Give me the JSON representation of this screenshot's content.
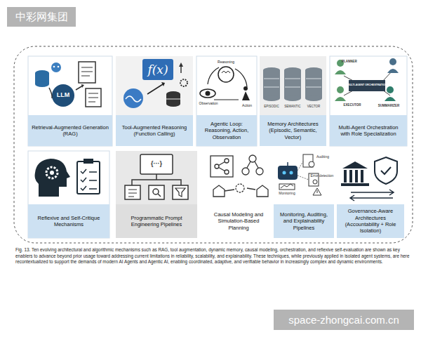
{
  "diagram": {
    "caption": "Fig. 13. Ten evolving architectural and algorithmic mechanisms such as RAG, tool augmentation, dynamic memory, causal modeling, orchestration, and reflexive self-evaluation are shown as key enablers to advance beyond prior usage toward addressing current limitations in reliability, scalability, and explainability. These techniques, while previously applied in isolated agent systems, are here recontextualized to support the demands of modern AI Agents and Agentic AI, enabling coordinated, adaptive, and verifiable behavior in increasingly complex and dynamic environments.",
    "nodes": [
      {
        "text": [
          "Retrieval-Augmented Generation (RAG)"
        ]
      },
      {
        "text": [
          "Tool-Augmented Reasoning (Function Calling)"
        ]
      },
      {
        "text": [
          "Agentic Loop: Reasoning, Action, Observation"
        ]
      },
      {
        "text": [
          "Memory Architectures (Episodic, Semantic, Vector)"
        ]
      },
      {
        "text": [
          "Multi-Agent Orchestration with Role Specialization"
        ]
      },
      {
        "text": [
          "Reflexive and Self-Critique Mechanisms"
        ]
      },
      {
        "text": [
          "Programmatic Prompt Engineering Pipelines"
        ]
      },
      {
        "text": [
          "Causal Modeling and Simulation-Based Planning"
        ]
      },
      {
        "text": [
          "Monitoring, Auditing, and Explainability Pipelines"
        ]
      },
      {
        "text": [
          "Governance-Aware Architectures (Accountability + Role Isolation)"
        ]
      }
    ],
    "labels": [
      "中彩网集团",
      "LLM",
      "f(x)",
      "Reasoning",
      "Observation",
      "Action",
      "EPISODIC",
      "SEMANTIC",
      "VECTOR",
      "PLANNER",
      "MULTI-AGENT ORCHESTRATION",
      "EXECUTOR",
      "SUMMARIZER",
      "{···}",
      "Auditing",
      "Error detection",
      "Monitoring",
      "space-zhongcai.com.cn"
    ]
  }
}
